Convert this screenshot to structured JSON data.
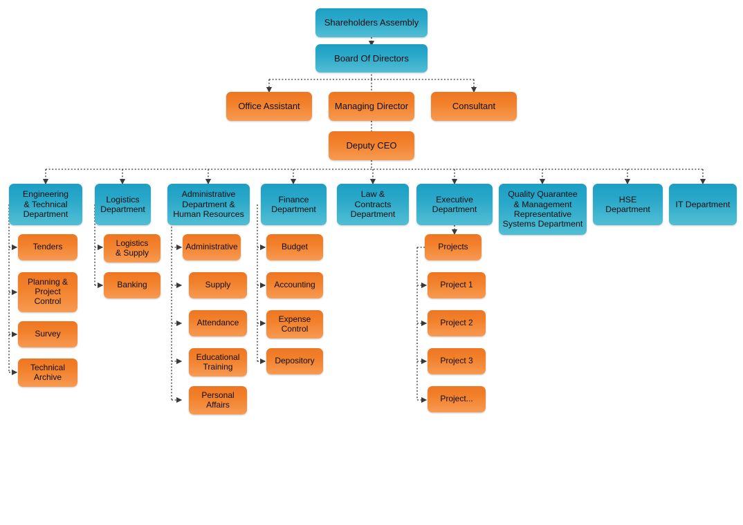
{
  "chart_data": {
    "type": "diagram",
    "title": "Organizational Chart",
    "palette": {
      "blue": "#2aa8c9",
      "orange": "#f2812c",
      "connector": "#555555",
      "background": "#ffffff"
    },
    "connector_style": "dotted-elbow-with-arrowhead"
  },
  "nodes": {
    "shareholders_assembly": {
      "label": "Shareholders Assembly",
      "color": "blue"
    },
    "board_of_directors": {
      "label": "Board Of Directors",
      "color": "blue"
    },
    "office_assistant": {
      "label": "Office Assistant",
      "color": "orange"
    },
    "managing_director": {
      "label": "Managing Director",
      "color": "orange"
    },
    "consultant": {
      "label": "Consultant",
      "color": "orange"
    },
    "deputy_ceo": {
      "label": "Deputy CEO",
      "color": "orange"
    }
  },
  "departments": [
    {
      "label": "Engineering\n& Technical\nDepartment",
      "color": "blue"
    },
    {
      "label": "Logistics\nDepartment",
      "color": "blue"
    },
    {
      "label": "Administrative\nDepartment &\nHuman Resources",
      "color": "blue"
    },
    {
      "label": "Finance\nDepartment",
      "color": "blue"
    },
    {
      "label": "Law &\nContracts\nDepartment",
      "color": "blue"
    },
    {
      "label": "Executive\nDepartment",
      "color": "blue"
    },
    {
      "label": "Quality Quarantee\n& Management\nRepresentative\nSystems Department",
      "color": "blue"
    },
    {
      "label": "HSE\nDepartment",
      "color": "blue"
    },
    {
      "label": "IT Department",
      "color": "blue"
    }
  ],
  "engineering_units": [
    {
      "label": "Tenders"
    },
    {
      "label": "Planning &\nProject\nControl"
    },
    {
      "label": "Survey"
    },
    {
      "label": "Technical\nArchive"
    }
  ],
  "logistics_units": [
    {
      "label": "Logistics\n& Supply"
    },
    {
      "label": "Banking"
    }
  ],
  "administrative_units": [
    {
      "label": "Administrative"
    },
    {
      "label": "Supply"
    },
    {
      "label": "Attendance"
    },
    {
      "label": "Educational\nTraining"
    },
    {
      "label": "Personal\nAffairs"
    }
  ],
  "finance_units": [
    {
      "label": "Budget"
    },
    {
      "label": "Accounting"
    },
    {
      "label": "Expense\nControl"
    },
    {
      "label": "Depository"
    }
  ],
  "executive_units": {
    "parent": {
      "label": "Projects"
    },
    "projects": [
      {
        "label": "Project 1"
      },
      {
        "label": "Project 2"
      },
      {
        "label": "Project 3"
      },
      {
        "label": "Project..."
      }
    ]
  }
}
